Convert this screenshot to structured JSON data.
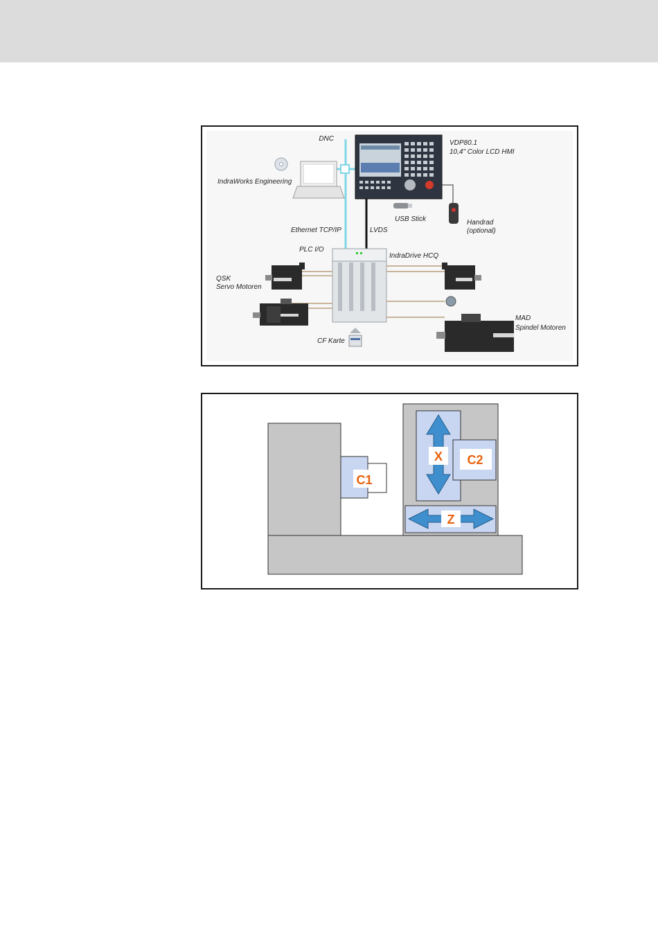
{
  "system_diagram": {
    "labels": {
      "dnc": "DNC",
      "hmi_model": "VDP80.1",
      "hmi_desc": "10,4\" Color LCD HMI",
      "indraworks": "IndraWorks Engineering",
      "usb": "USB Stick",
      "handrad": "Handrad",
      "handrad_opt": "(optional)",
      "ethernet": "Ethernet TCP/IP",
      "lvds": "LVDS",
      "plc": "PLC I/O",
      "indradrive": "IndraDrive HCQ",
      "qsk": "QSK",
      "servo": "Servo Motoren",
      "mad": "MAD",
      "spindel": "Spindel Motoren",
      "cf": "CF Karte"
    },
    "colors": {
      "dnc_line": "#7fd6e6",
      "cable": "#c8b49a",
      "motor": "#2a2a2a"
    }
  },
  "axis_diagram": {
    "labels": {
      "x": "X",
      "z": "Z",
      "c1": "C1",
      "c2": "C2"
    },
    "colors": {
      "machine_gray": "#c6c6c6",
      "slide_blue": "#c9d6f2",
      "arrow_blue": "#3f8fcf",
      "label_orange": "#e8620e"
    }
  }
}
